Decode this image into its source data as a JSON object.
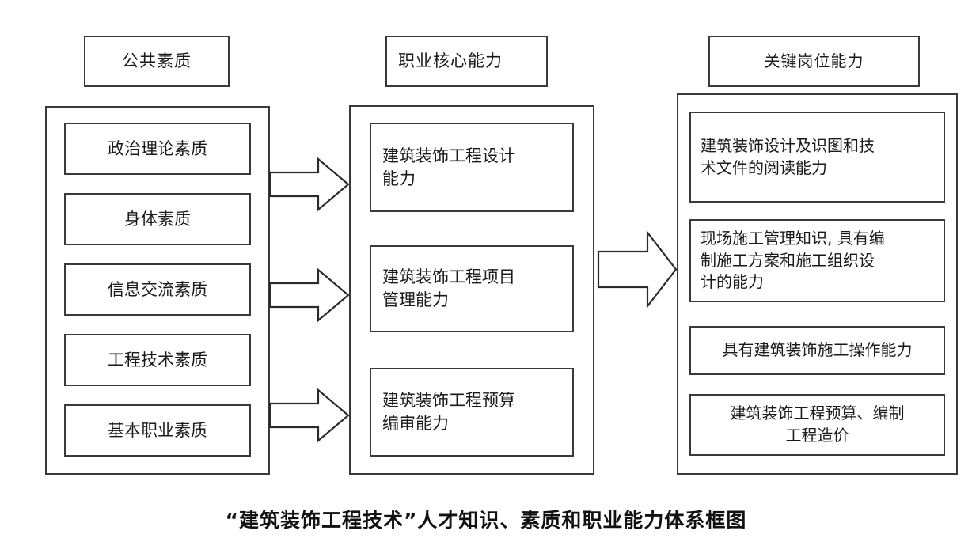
{
  "diagram": {
    "caption": "“建筑装饰工程技术”人才知识、素质和职业能力体系框图",
    "columns": [
      {
        "id": "public-quality",
        "header": "公共素质",
        "items": [
          "政治理论素质",
          "身体素质",
          "信息交流素质",
          "工程技术素质",
          "基本职业素质"
        ]
      },
      {
        "id": "vocational-core-ability",
        "header": "职业核心能力",
        "items": [
          "建筑装饰工程设计\n能力",
          "建筑装饰工程项目\n管理能力",
          "建筑装饰工程预算\n编审能力"
        ]
      },
      {
        "id": "key-post-ability",
        "header": "关键岗位能力",
        "items": [
          "建筑装饰设计及识图和技\n术文件的阅读能力",
          "现场施工管理知识, 具有编\n制施工方案和施工组织设\n计的能力",
          "具有建筑装饰施工操作能力",
          "建筑装饰工程预算、编制\n工程造价"
        ]
      }
    ],
    "arrows": [
      {
        "id": "arrow-left-to-mid-1",
        "direction": "right"
      },
      {
        "id": "arrow-left-to-mid-2",
        "direction": "right"
      },
      {
        "id": "arrow-left-to-mid-3",
        "direction": "right"
      },
      {
        "id": "arrow-mid-to-right",
        "direction": "right"
      }
    ],
    "colors": {
      "stroke": "#3a3a3a",
      "background": "#ffffff",
      "text": "#1a1a1a"
    }
  }
}
